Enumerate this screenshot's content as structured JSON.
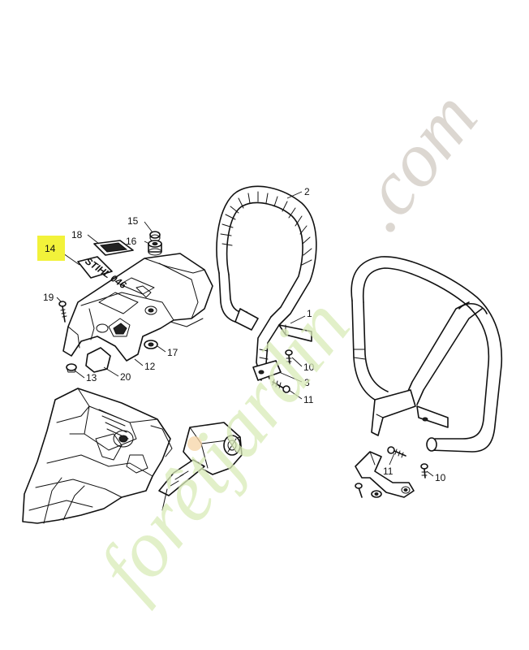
{
  "diagram": {
    "callouts": [
      {
        "id": "c2",
        "label": "2",
        "highlight": false
      },
      {
        "id": "c1",
        "label": "1",
        "highlight": false
      },
      {
        "id": "c10a",
        "label": "10",
        "highlight": false
      },
      {
        "id": "c3",
        "label": "3",
        "highlight": false
      },
      {
        "id": "c11a",
        "label": "11",
        "highlight": false
      },
      {
        "id": "c15",
        "label": "15",
        "highlight": false
      },
      {
        "id": "c16",
        "label": "16",
        "highlight": false
      },
      {
        "id": "c18",
        "label": "18",
        "highlight": false
      },
      {
        "id": "c14",
        "label": "14",
        "highlight": true
      },
      {
        "id": "c19",
        "label": "19",
        "highlight": false
      },
      {
        "id": "c17",
        "label": "17",
        "highlight": false
      },
      {
        "id": "c12",
        "label": "12",
        "highlight": false
      },
      {
        "id": "c13",
        "label": "13",
        "highlight": false
      },
      {
        "id": "c20",
        "label": "20",
        "highlight": false
      },
      {
        "id": "c11b",
        "label": "11",
        "highlight": false
      },
      {
        "id": "c10b",
        "label": "10",
        "highlight": false
      }
    ],
    "decal_text": "STIHL 046",
    "highlight_color": "#f2f23a"
  },
  "watermark": {
    "text_main": "forêtjardin",
    "text_tld": ".com",
    "color_green": "#d9ebb8",
    "color_orange": "#f6d5a6",
    "color_grey": "#dcd7d1"
  }
}
